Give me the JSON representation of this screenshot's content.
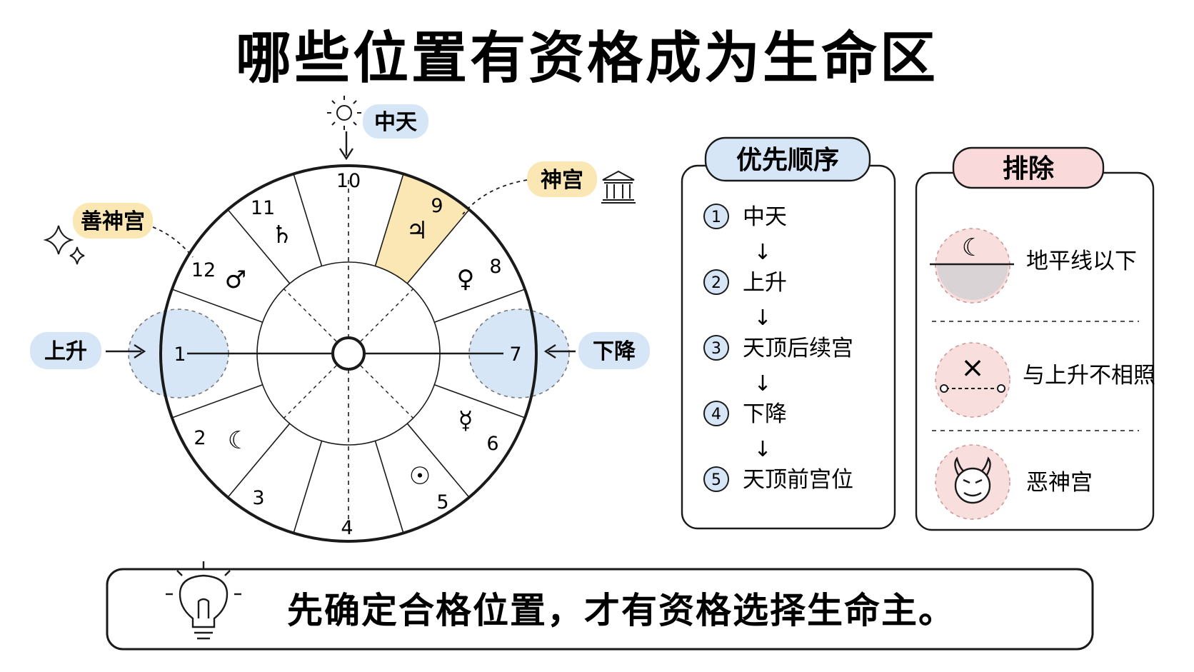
{
  "title": "哪些位置有资格成为生命区",
  "chart": {
    "labels": {
      "midheaven": "中天",
      "ascendant": "上升",
      "descendant": "下降",
      "good_spirit": "善神宫",
      "god_house": "神宫"
    },
    "houses": [
      "1",
      "2",
      "3",
      "4",
      "5",
      "6",
      "7",
      "8",
      "9",
      "10",
      "11",
      "12"
    ],
    "planets": {
      "saturn": "♄",
      "jupiter": "♃",
      "mars": "♂",
      "venus": "♀",
      "moon": "☾",
      "mercury": "☿",
      "sun": "☉"
    },
    "colors": {
      "highlight_blue": "#d6e6f7",
      "highlight_yellow": "#fbe7b3",
      "ink": "#1a1a1a"
    }
  },
  "priority": {
    "heading": "优先顺序",
    "heading_color": "#d6e6f7",
    "items": [
      {
        "num": "1",
        "label": "中天"
      },
      {
        "num": "2",
        "label": "上升"
      },
      {
        "num": "3",
        "label": "天顶后续宫"
      },
      {
        "num": "4",
        "label": "下降"
      },
      {
        "num": "5",
        "label": "天顶前宫位"
      }
    ],
    "arrow": "↓"
  },
  "exclusion": {
    "heading": "排除",
    "heading_color": "#f9d9d9",
    "items": [
      {
        "icon": "moon-below-horizon-icon",
        "label": "地平线以下"
      },
      {
        "icon": "cross-aversion-icon",
        "label": "与上升不相照"
      },
      {
        "icon": "devil-face-icon",
        "label": "恶神宫"
      }
    ],
    "cross_glyph": "×"
  },
  "footer": {
    "text": "先确定合格位置，才有资格选择生命主。",
    "icon": "lightbulb-icon"
  }
}
